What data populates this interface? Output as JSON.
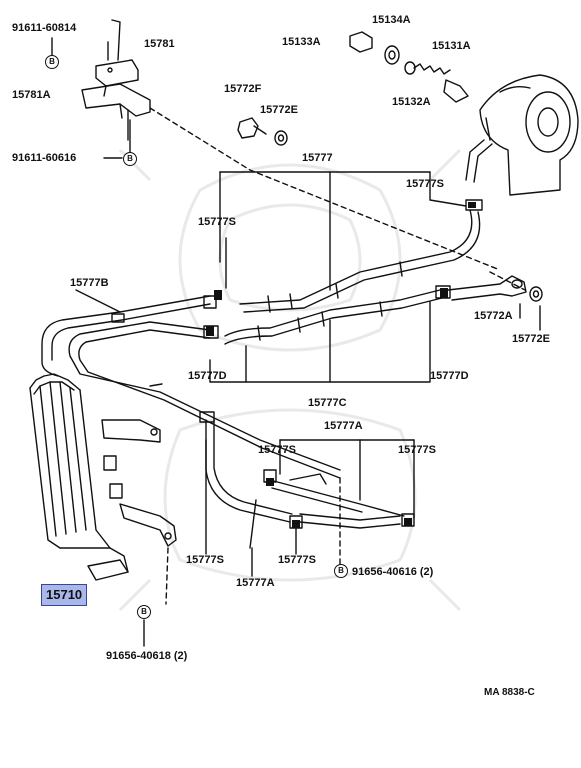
{
  "diagram": {
    "code": "MA  8838-C",
    "bolt_symbol": "B",
    "labels": {
      "p91611_60814": "91611-60814",
      "p15781": "15781",
      "p15781A": "15781A",
      "p91611_60616": "91611-60616",
      "p15133A": "15133A",
      "p15134A": "15134A",
      "p15131A": "15131A",
      "p15132A": "15132A",
      "p15772F": "15772F",
      "p15772E_top": "15772E",
      "p15777": "15777",
      "p15777S_right": "15777S",
      "p15777S_left": "15777S",
      "p15777B": "15777B",
      "p15772A": "15772A",
      "p15772E_right": "15772E",
      "p15777D_left": "15777D",
      "p15777D_right": "15777D",
      "p15777C": "15777C",
      "p15777A_top": "15777A",
      "p15777S_mid1": "15777S",
      "p15777S_mid2": "15777S",
      "p15777S_low1": "15777S",
      "p15777S_low2": "15777S",
      "p15777A_bottom": "15777A",
      "p91656_40616": "91656-40616 (2)",
      "p15710": "15710",
      "p91656_40618": "91656-40618 (2)"
    }
  }
}
